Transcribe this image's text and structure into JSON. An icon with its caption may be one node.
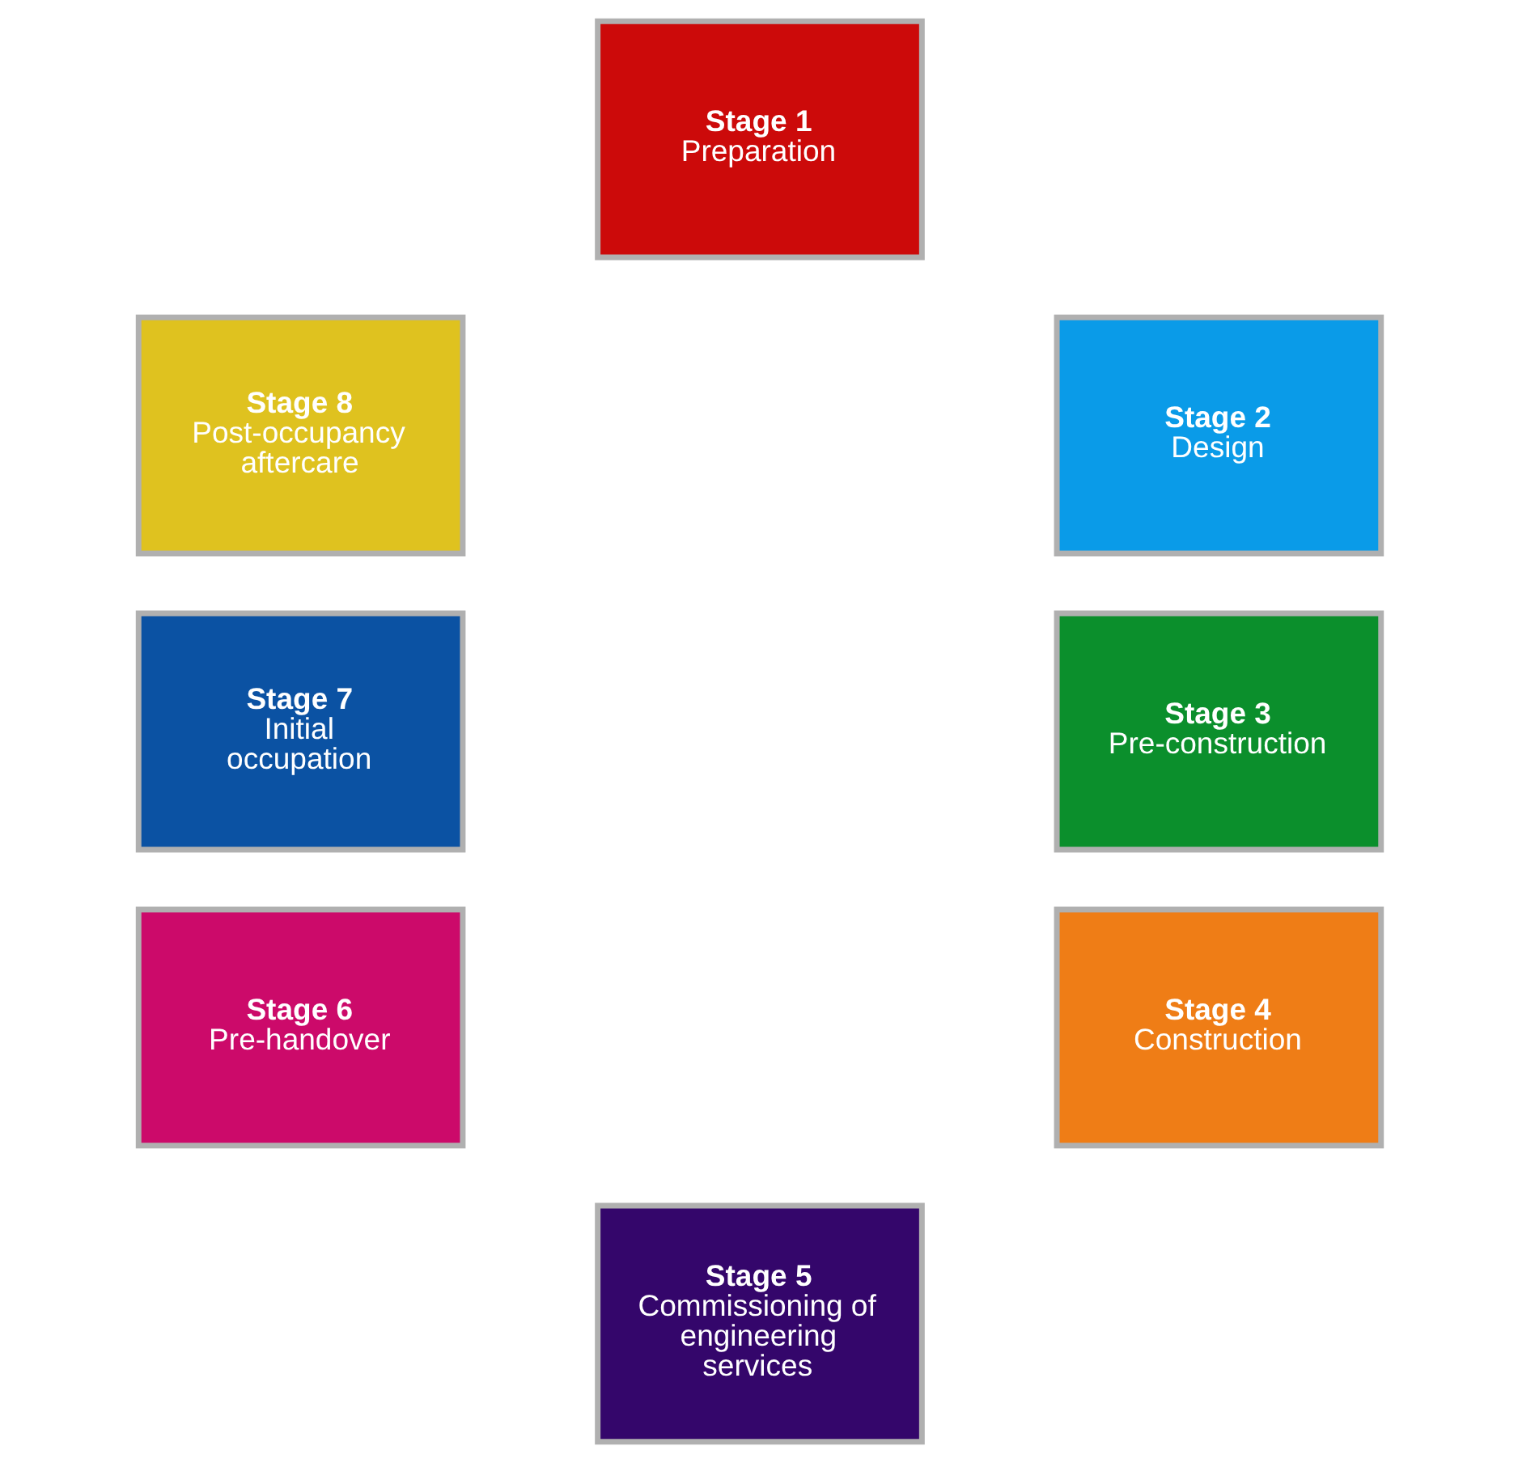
{
  "diagram": {
    "nodes": [
      {
        "text": [
          "Stage 1",
          "Preparation"
        ]
      },
      {
        "text": [
          "Stage 2",
          "Design"
        ]
      },
      {
        "text": [
          "Stage 3",
          "Pre-construction"
        ]
      },
      {
        "text": [
          "Stage 4",
          "Construction"
        ]
      },
      {
        "text": [
          "Stage 5",
          "Commissioning of engineering services"
        ]
      },
      {
        "text": [
          "Stage 6",
          "Pre-handover"
        ]
      },
      {
        "text": [
          "Stage 7",
          "Initial occupation"
        ]
      },
      {
        "text": [
          "Stage 8",
          "Post-occupancy aftercare"
        ]
      }
    ]
  }
}
